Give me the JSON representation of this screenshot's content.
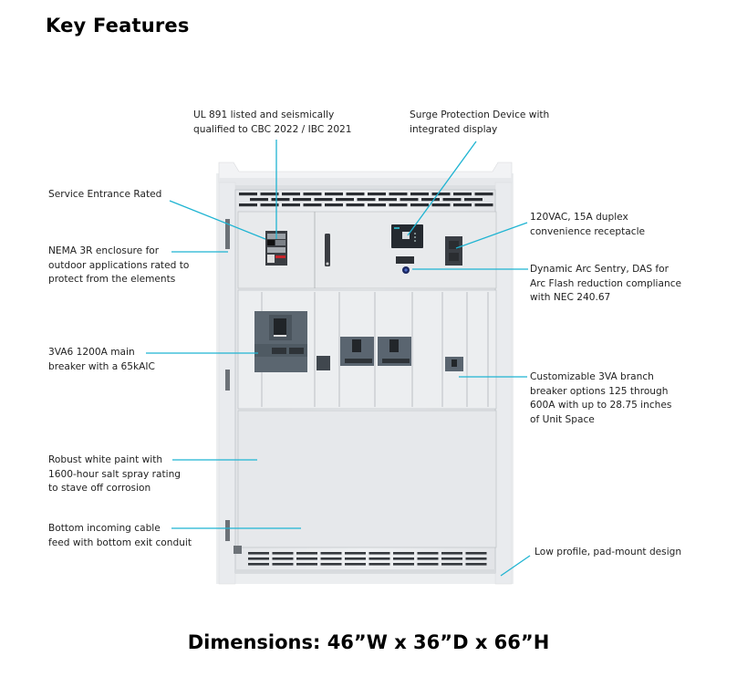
{
  "page": {
    "title": "Key Features",
    "dimensions": "Dimensions: 46”W x 36”D x 66”H",
    "accent_color": "#1fb4d2"
  },
  "callouts": {
    "ul891": [
      "UL 891 listed and seismically",
      "qualified to CBC 2022 / IBC 2021"
    ],
    "spd": [
      "Surge Protection Device with",
      "integrated display"
    ],
    "service_entrance": [
      "Service Entrance Rated"
    ],
    "receptacle": [
      "120VAC, 15A duplex",
      "convenience receptacle"
    ],
    "nema": [
      "NEMA 3R enclosure for",
      "outdoor applications rated to",
      "protect from the elements"
    ],
    "das": [
      "Dynamic Arc Sentry, DAS for",
      "Arc Flash reduction compliance",
      "with NEC 240.67"
    ],
    "main_breaker": [
      "3VA6 1200A main",
      "breaker with a 65kAIC"
    ],
    "branch": [
      "Customizable 3VA branch",
      "breaker options 125 through",
      "600A with up to 28.75 inches",
      "of Unit Space"
    ],
    "paint": [
      "Robust white paint with",
      "1600-hour salt spray rating",
      "to stave off corrosion"
    ],
    "bottom_feed": [
      "Bottom incoming cable",
      "feed with bottom exit conduit"
    ],
    "low_profile": [
      "Low profile, pad-mount design"
    ]
  }
}
